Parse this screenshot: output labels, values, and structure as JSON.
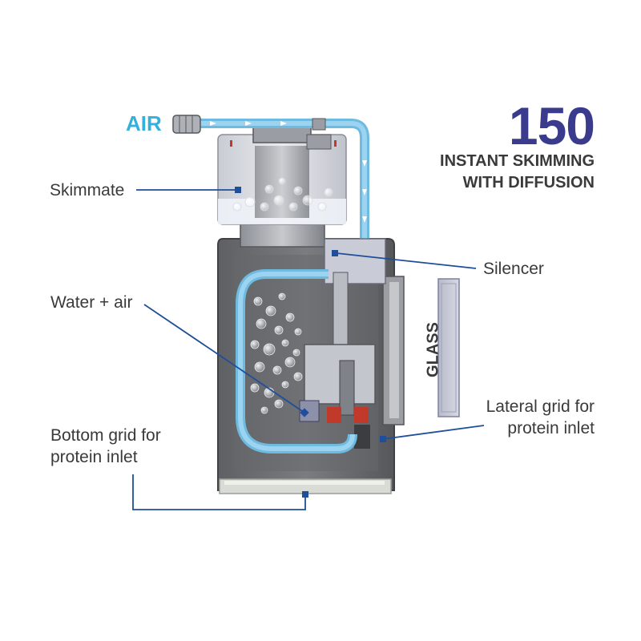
{
  "title": {
    "number": "150",
    "subtitle_line1": "INSTANT SKIMMING",
    "subtitle_line2": "WITH DIFFUSION"
  },
  "labels": {
    "air": "AIR",
    "skimmate": "Skimmate",
    "silencer": "Silencer",
    "water_air": "Water + air",
    "glass": "GLASS",
    "lateral_grid_line1": "Lateral grid for",
    "lateral_grid_line2": "protein inlet",
    "bottom_grid_line1": "Bottom grid for",
    "bottom_grid_line2": "protein inlet"
  },
  "colors": {
    "brand_title": "#3b3b8e",
    "air_blue": "#35b0dd",
    "leader_line": "#1f4e9a",
    "body_gray": "#6e7073",
    "text": "#3a3a3a"
  }
}
